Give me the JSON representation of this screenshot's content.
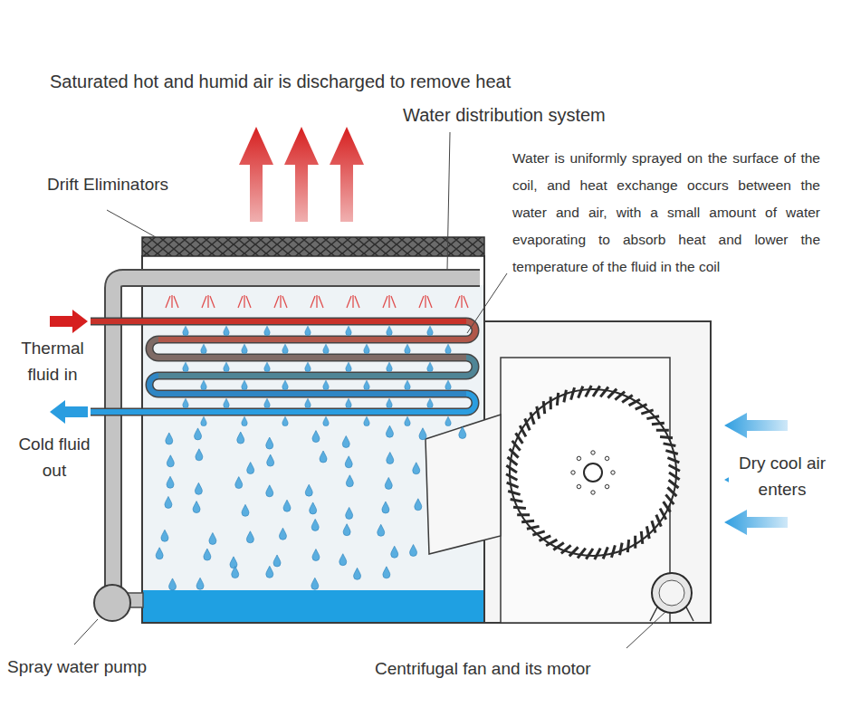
{
  "diagram": {
    "labels": [
      "Saturated hot and humid air is discharged to remove heat",
      "Water distribution system",
      "Drift Eliminators",
      "Water is uniformly sprayed on the surface of the coil, and heat exchange occurs between the water and air, with a small amount of water evaporating to absorb heat and lower the temperature of the fluid in the coil",
      "Thermal fluid in",
      "Cold fluid out",
      "Dry cool air enters",
      "Spray water pump",
      "Centrifugal fan and its motor"
    ]
  }
}
